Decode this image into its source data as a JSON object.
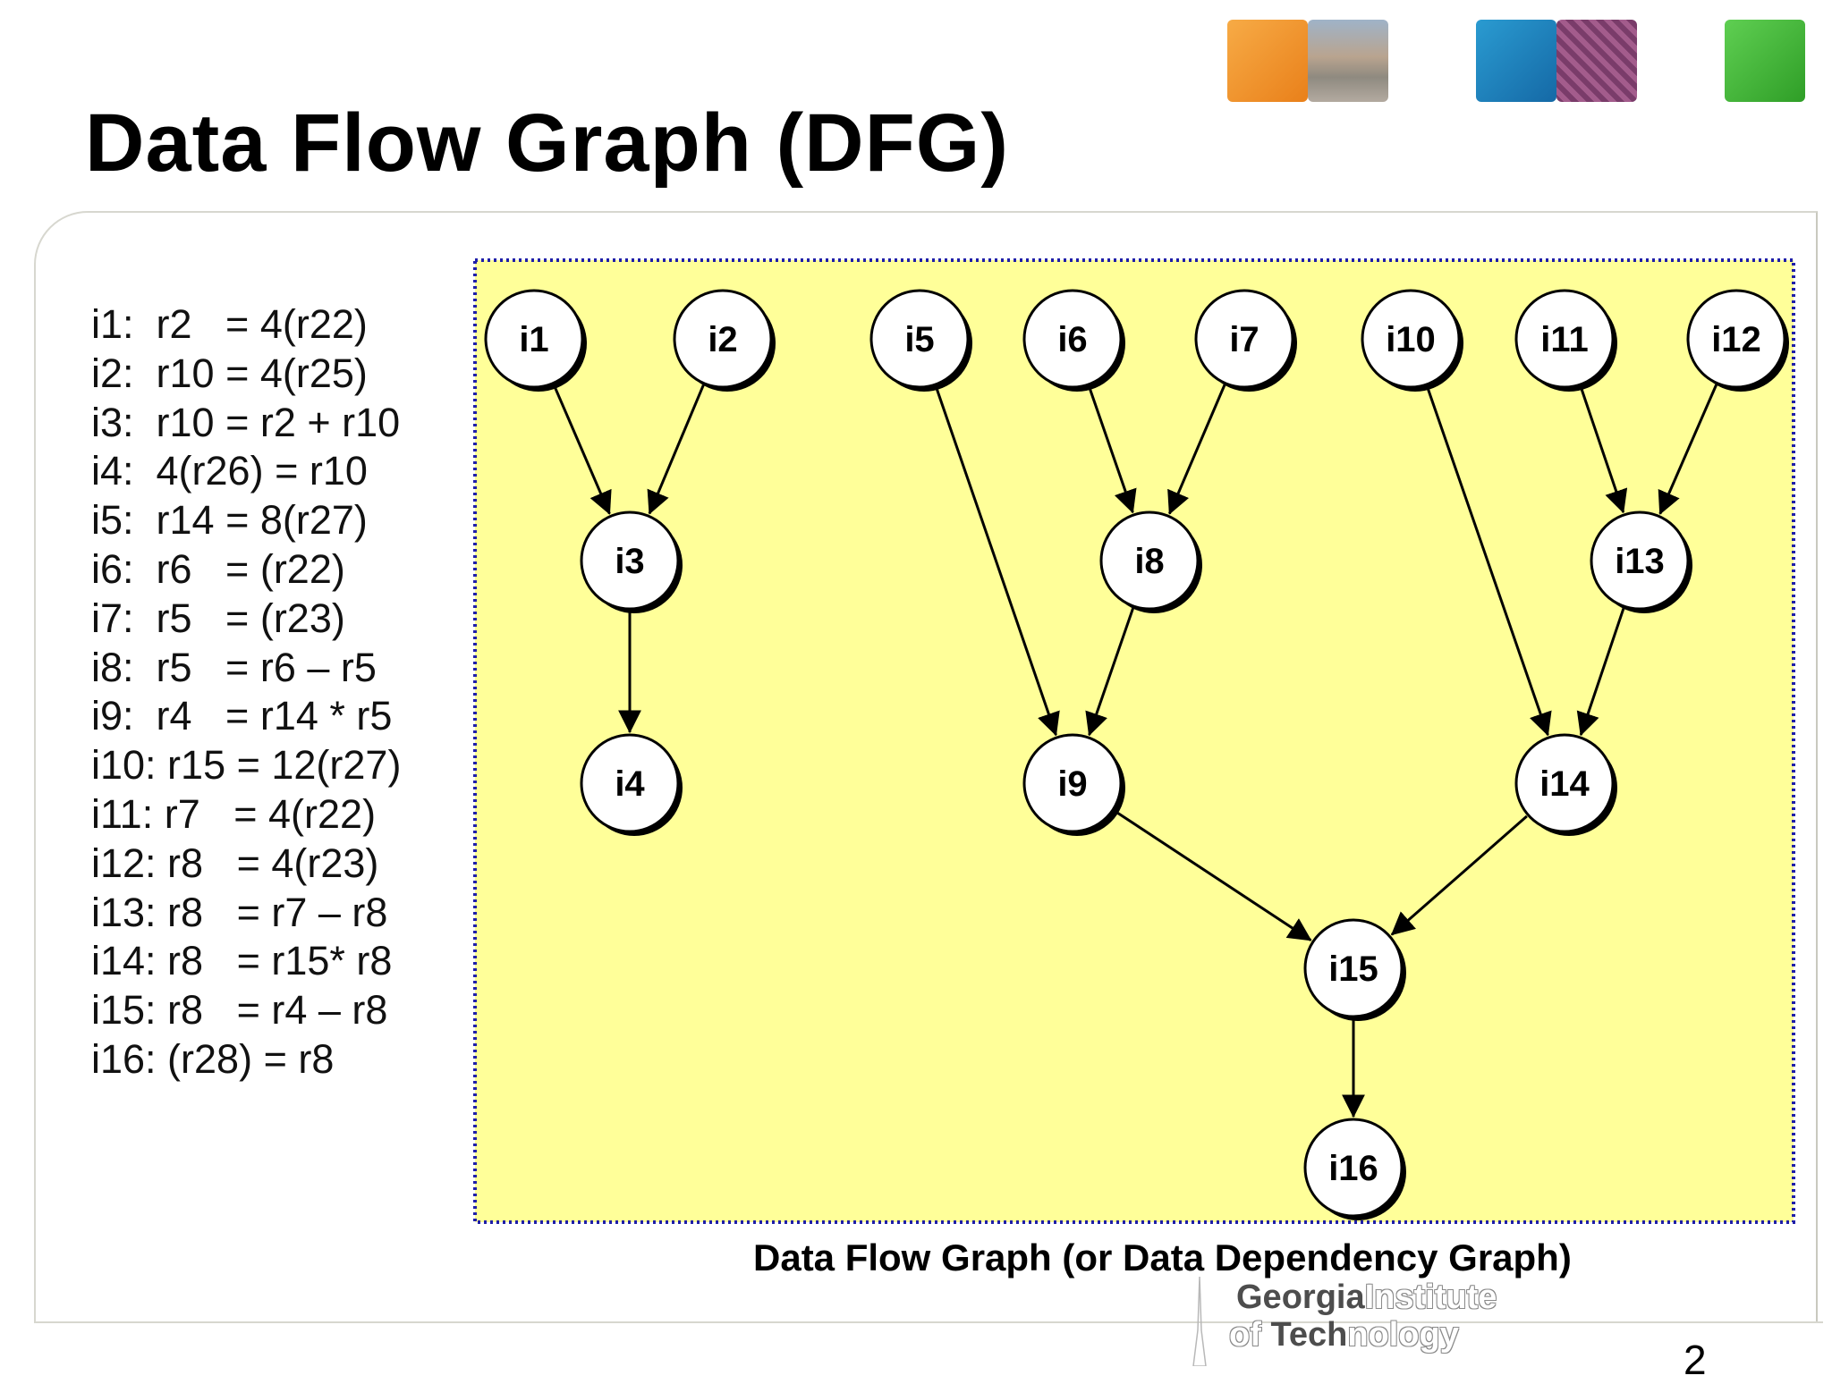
{
  "slide": {
    "title": "Data Flow Graph (DFG)",
    "caption": "Data Flow Graph (or Data Dependency Graph)",
    "page_number": "2",
    "colors": {
      "diagram_background": "#ffff99",
      "diagram_border": "#1f1fa8",
      "header_tiles": [
        "#f29422",
        "#1f7fc0",
        "#45b035"
      ]
    }
  },
  "logo": {
    "line1_dark": "Georgia",
    "line1_light": "Institute",
    "line2_light_a": "of ",
    "line2_dark": "Tech",
    "line2_light_b": "nology"
  },
  "instructions": [
    "i1:  r2   = 4(r22)",
    "i2:  r10 = 4(r25)",
    "i3:  r10 = r2 + r10",
    "i4:  4(r26) = r10",
    "i5:  r14 = 8(r27)",
    "i6:  r6   = (r22)",
    "i7:  r5   = (r23)",
    "i8:  r5   = r6 – r5",
    "i9:  r4   = r14 * r5",
    "i10: r15 = 12(r27)",
    "i11: r7   = 4(r22)",
    "i12: r8   = 4(r23)",
    "i13: r8   = r7 – r8",
    "i14: r8   = r15* r8",
    "i15: r8   = r4 – r8",
    "i16: (r28) = r8"
  ],
  "dfg": {
    "nodes": [
      {
        "id": "i1",
        "label": "i1",
        "level": 0
      },
      {
        "id": "i2",
        "label": "i2",
        "level": 0
      },
      {
        "id": "i5",
        "label": "i5",
        "level": 0
      },
      {
        "id": "i6",
        "label": "i6",
        "level": 0
      },
      {
        "id": "i7",
        "label": "i7",
        "level": 0
      },
      {
        "id": "i10",
        "label": "i10",
        "level": 0
      },
      {
        "id": "i11",
        "label": "i11",
        "level": 0
      },
      {
        "id": "i12",
        "label": "i12",
        "level": 0
      },
      {
        "id": "i3",
        "label": "i3",
        "level": 1
      },
      {
        "id": "i8",
        "label": "i8",
        "level": 1
      },
      {
        "id": "i13",
        "label": "i13",
        "level": 1
      },
      {
        "id": "i4",
        "label": "i4",
        "level": 2
      },
      {
        "id": "i9",
        "label": "i9",
        "level": 2
      },
      {
        "id": "i14",
        "label": "i14",
        "level": 2
      },
      {
        "id": "i15",
        "label": "i15",
        "level": 3
      },
      {
        "id": "i16",
        "label": "i16",
        "level": 4
      }
    ],
    "edges": [
      {
        "from": "i1",
        "to": "i3"
      },
      {
        "from": "i2",
        "to": "i3"
      },
      {
        "from": "i3",
        "to": "i4"
      },
      {
        "from": "i5",
        "to": "i9"
      },
      {
        "from": "i6",
        "to": "i8"
      },
      {
        "from": "i7",
        "to": "i8"
      },
      {
        "from": "i8",
        "to": "i9"
      },
      {
        "from": "i10",
        "to": "i14"
      },
      {
        "from": "i11",
        "to": "i13"
      },
      {
        "from": "i12",
        "to": "i13"
      },
      {
        "from": "i13",
        "to": "i14"
      },
      {
        "from": "i9",
        "to": "i15"
      },
      {
        "from": "i14",
        "to": "i15"
      },
      {
        "from": "i15",
        "to": "i16"
      }
    ]
  }
}
